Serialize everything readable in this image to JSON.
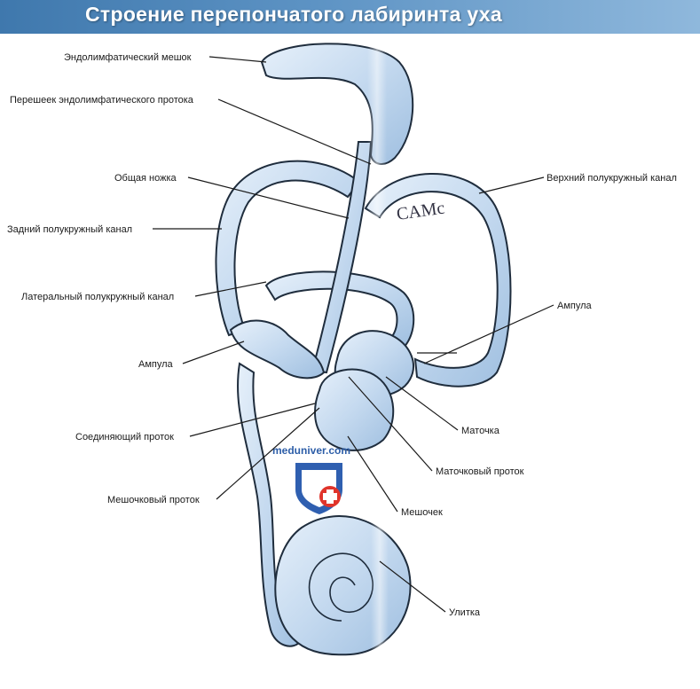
{
  "title": "Строение перепончатого лабиринта уха",
  "watermark": "meduniver.com",
  "artist_signature": "CAMc",
  "colors": {
    "title_bar": "#4a86bf",
    "membrane_fill": "#cfe0f2",
    "membrane_stroke": "#1f2d3d",
    "shield_blue": "#2f5fb0",
    "shield_red": "#e0342b"
  },
  "labels": {
    "endolymph_sac": "Эндолимфатический мешок",
    "endolymph_isthmus": "Перешеек эндолимфатического протока",
    "common_crus": "Общая ножка",
    "posterior_canal": "Задний полукружный канал",
    "lateral_canal": "Латеральный полукружный канал",
    "ampulla_left": "Ампула",
    "connecting_duct": "Соединяющий проток",
    "saccular_duct": "Мешочковый проток",
    "superior_canal": "Верхний полукружный канал",
    "ampulla_right": "Ампула",
    "utricle": "Маточка",
    "utricular_duct": "Маточковый проток",
    "saccule": "Мешочек",
    "cochlea": "Улитка"
  }
}
